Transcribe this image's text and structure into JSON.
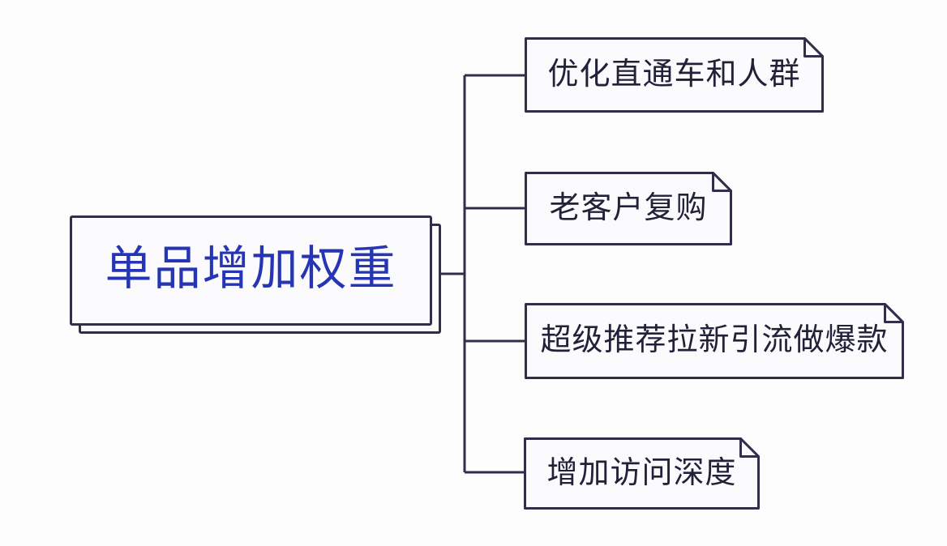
{
  "mindmap": {
    "root": {
      "label": "单品增加权重"
    },
    "branches": [
      {
        "label": "优化直通车和人群"
      },
      {
        "label": "老客户复购"
      },
      {
        "label": "超级推荐拉新引流做爆款"
      },
      {
        "label": "增加访问深度"
      }
    ],
    "colors": {
      "background": "#fdfdfe",
      "node_fill": "#fbfbfe",
      "node_border": "#322e49",
      "connector": "#322e49",
      "root_text": "#2635b4",
      "branch_text": "#212138"
    }
  }
}
